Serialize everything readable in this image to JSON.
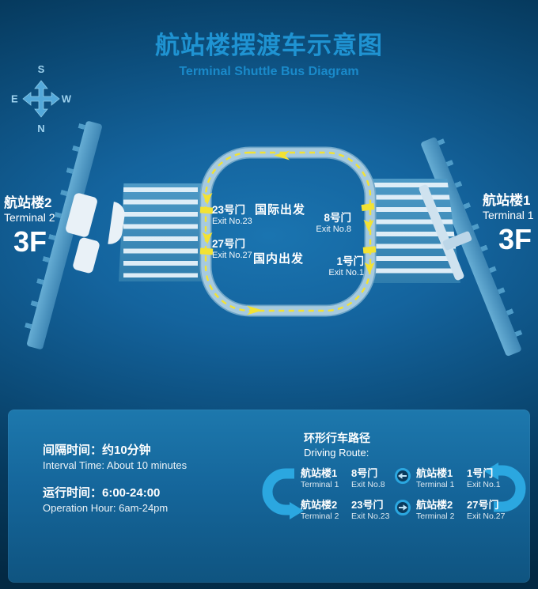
{
  "title": {
    "zh": "航站楼摆渡车示意图",
    "en": "Terminal Shuttle Bus Diagram"
  },
  "compass": {
    "top": "S",
    "bottom": "N",
    "left": "E",
    "right": "W"
  },
  "terminals": {
    "left": {
      "name_zh": "航站楼2",
      "name_en": "Terminal 2",
      "floor": "3F"
    },
    "right": {
      "name_zh": "航站楼1",
      "name_en": "Terminal 1",
      "floor": "3F"
    }
  },
  "map_labels": {
    "international_departure": "国际出发",
    "domestic_departure": "国内出发",
    "gates": {
      "g23": {
        "zh": "23号门",
        "en": "Exit No.23"
      },
      "g27": {
        "zh": "27号门",
        "en": "Exit No.27"
      },
      "g8": {
        "zh": "8号门",
        "en": "Exit No.8"
      },
      "g1": {
        "zh": "1号门",
        "en": "Exit No.1"
      }
    }
  },
  "info": {
    "interval_zh": "间隔时间：约10分钟",
    "interval_en": "Interval Time: About 10 minutes",
    "hours_zh": "运行时间：6:00-24:00",
    "hours_en": "Operation Hour: 6am-24pm"
  },
  "driving_route": {
    "title_zh": "环形行车路径",
    "title_en": "Driving Route:",
    "rows": [
      {
        "from_zh": "航站楼1",
        "from_en": "Terminal 1",
        "from_gate_zh": "8号门",
        "from_gate_en": "Exit No.8",
        "dir": "left",
        "to_zh": "航站楼1",
        "to_en": "Terminal 1",
        "to_gate_zh": "1号门",
        "to_gate_en": "Exit No.1"
      },
      {
        "from_zh": "航站楼2",
        "from_en": "Terminal 2",
        "from_gate_zh": "23号门",
        "from_gate_en": "Exit No.23",
        "dir": "right",
        "to_zh": "航站楼2",
        "to_en": "Terminal 2",
        "to_gate_zh": "27号门",
        "to_gate_en": "Exit No.27"
      }
    ]
  },
  "colors": {
    "background_deep": "#032943",
    "background_center": "#1a74b0",
    "title_blue": "#1f93d2",
    "road": "#a6cadf",
    "route_dash_yellow": "#f2e234",
    "panel_blue": "#15669b",
    "arrow_blue": "#2ba7e0"
  }
}
